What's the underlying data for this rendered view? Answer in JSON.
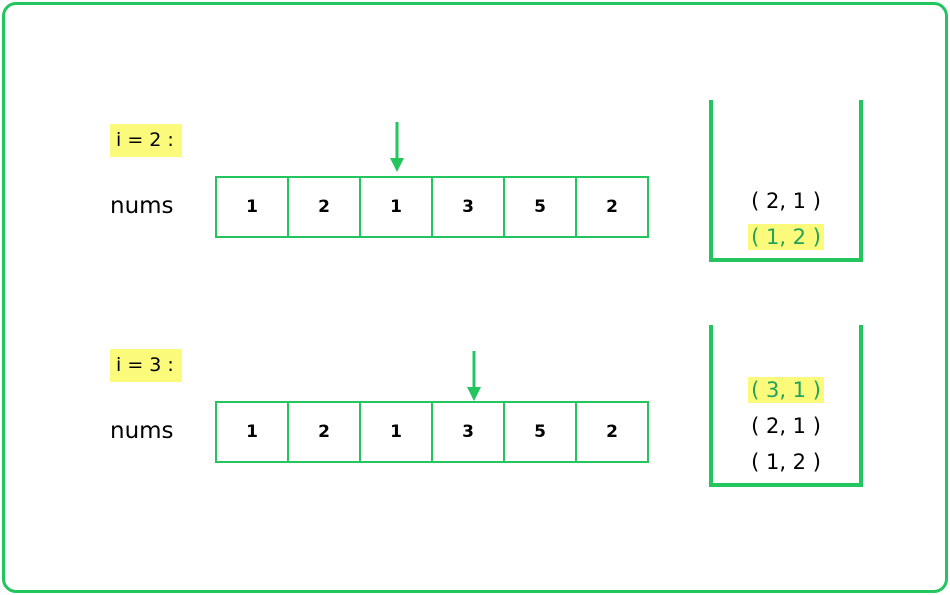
{
  "colors": {
    "accent": "#22c55e",
    "highlight": "#fbfa7a",
    "highlight_text": "#22a35a"
  },
  "steps": [
    {
      "label": "i = 2 :",
      "array_label": "nums",
      "array": [
        "1",
        "2",
        "1",
        "3",
        "5",
        "2"
      ],
      "pointer_index": 2,
      "stack": [
        {
          "text": "( 2, 1 )",
          "highlight": false
        },
        {
          "text": "( 1, 2 )",
          "highlight": true
        }
      ]
    },
    {
      "label": "i = 3 :",
      "array_label": "nums",
      "array": [
        "1",
        "2",
        "1",
        "3",
        "5",
        "2"
      ],
      "pointer_index": 3,
      "stack": [
        {
          "text": "( 3, 1 )",
          "highlight": true
        },
        {
          "text": "( 2, 1 )",
          "highlight": false
        },
        {
          "text": "( 1, 2 )",
          "highlight": false
        }
      ]
    }
  ]
}
